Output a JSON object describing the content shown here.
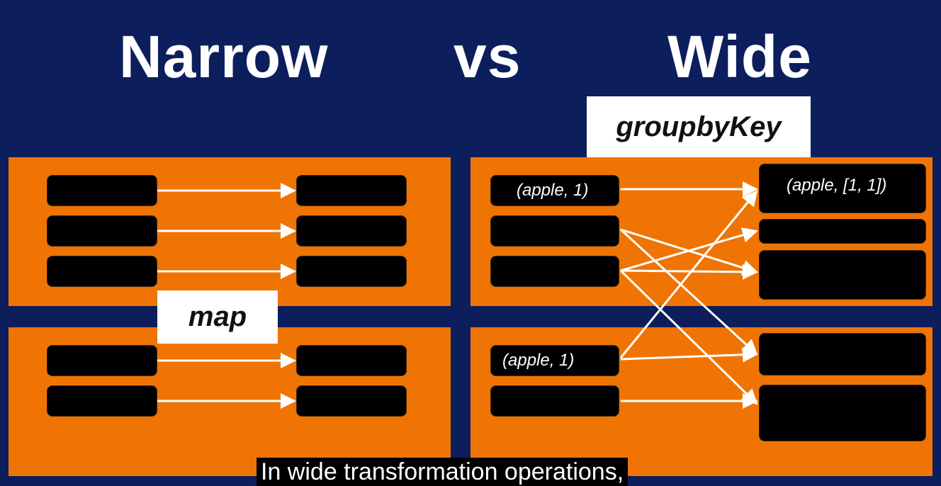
{
  "titles": {
    "narrow": "Narrow",
    "vs": "vs",
    "wide": "Wide"
  },
  "labels": {
    "map": "map",
    "groupby": "groupbyKey"
  },
  "wide_records": {
    "left_top": "(apple, 1)",
    "left_bottom": "(apple, 1)",
    "right_top": "(apple, [1, 1])"
  },
  "caption": "In wide transformation operations,",
  "colors": {
    "background": "#0c1e5c",
    "panel": "#ef7404",
    "record": "#000000",
    "arrow": "#ffffff"
  }
}
